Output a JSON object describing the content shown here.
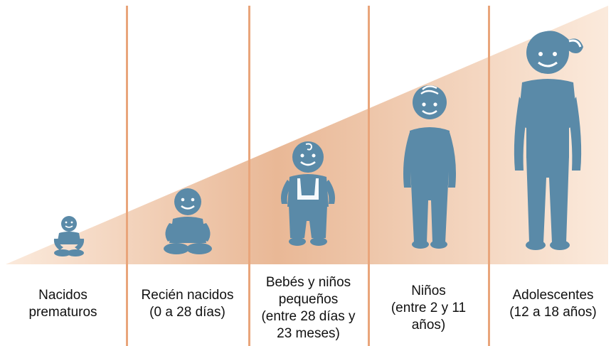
{
  "colors": {
    "figure": "#5a8aa8",
    "divider": "#e9a57b",
    "wedge_light": "#fbeadc",
    "wedge_dark": "#e9b896",
    "face": "#ffffff"
  },
  "stages": [
    {
      "label": "Nacidos\nprematuros",
      "icon": "preterm-baby-icon"
    },
    {
      "label": "Recién nacidos\n(0 a 28 días)",
      "icon": "newborn-icon"
    },
    {
      "label": "Bebés y niños\npequeños\n(entre 28 días y\n23 meses)",
      "icon": "toddler-icon"
    },
    {
      "label": "Niños\n(entre 2 y 11\naños)",
      "icon": "child-icon"
    },
    {
      "label": "Adolescentes\n(12 a 18 años)",
      "icon": "adolescent-icon"
    }
  ]
}
